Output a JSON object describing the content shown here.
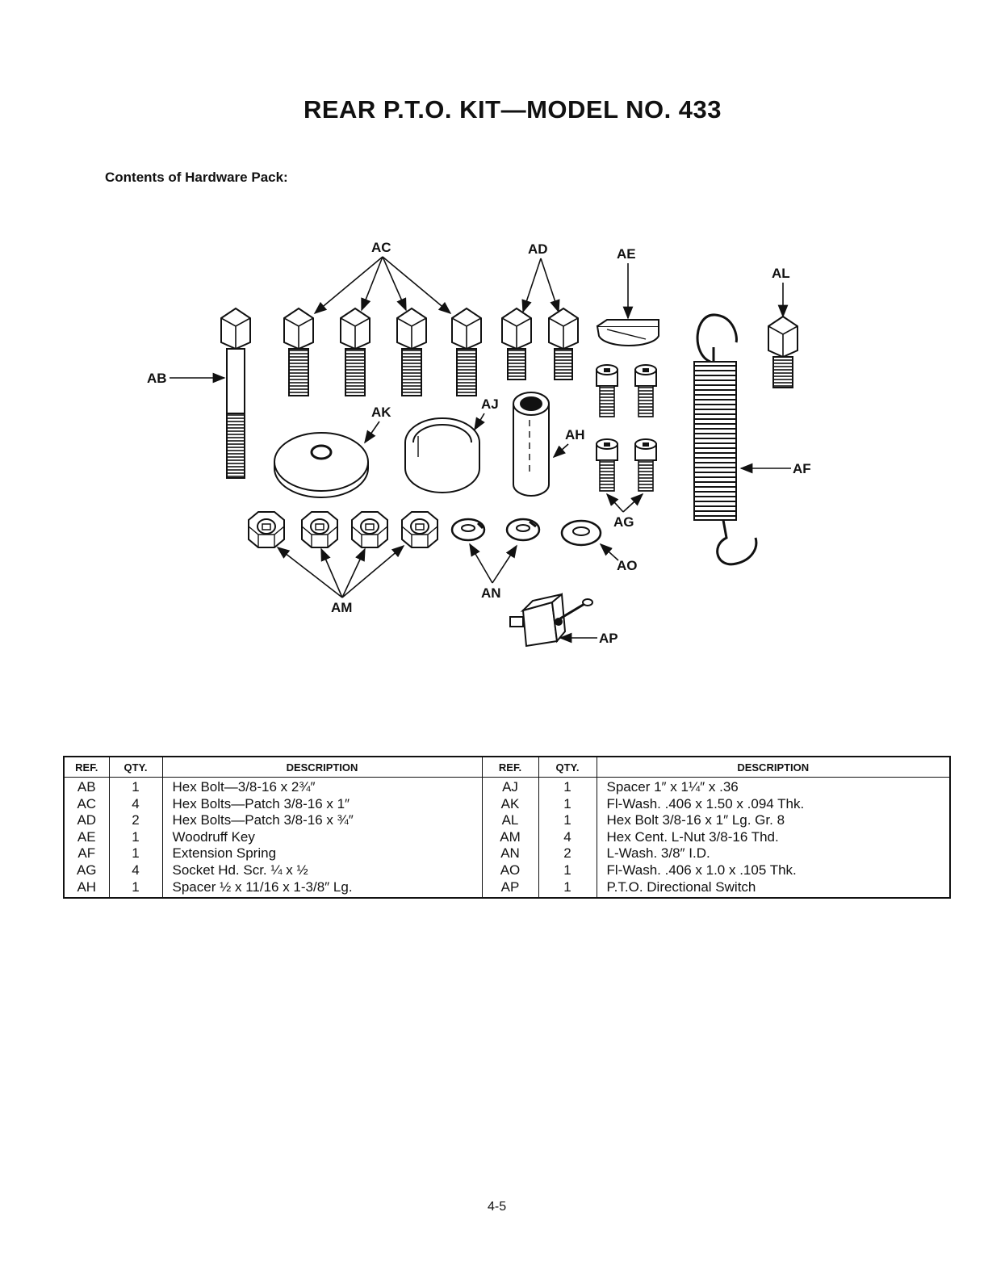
{
  "title": "REAR P.T.O. KIT—MODEL NO. 433",
  "subtitle": "Contents of Hardware Pack:",
  "diagram": {
    "labels": [
      "AB",
      "AC",
      "AD",
      "AE",
      "AL",
      "AK",
      "AJ",
      "AH",
      "AF",
      "AG",
      "AO",
      "AM",
      "AN",
      "AP"
    ]
  },
  "table": {
    "headers": {
      "ref": "REF.",
      "qty": "QTY.",
      "description": "DESCRIPTION"
    },
    "left": [
      {
        "ref": "AB",
        "qty": "1",
        "desc": "Hex Bolt—3/8-16 x 2¾″"
      },
      {
        "ref": "AC",
        "qty": "4",
        "desc": "Hex Bolts—Patch 3/8-16 x 1″"
      },
      {
        "ref": "AD",
        "qty": "2",
        "desc": "Hex Bolts—Patch 3/8-16 x ¾″"
      },
      {
        "ref": "AE",
        "qty": "1",
        "desc": "Woodruff Key"
      },
      {
        "ref": "AF",
        "qty": "1",
        "desc": "Extension Spring"
      },
      {
        "ref": "AG",
        "qty": "4",
        "desc": "Socket Hd. Scr. ¼ x ½"
      },
      {
        "ref": "AH",
        "qty": "1",
        "desc": "Spacer ½ x 11/16 x 1-3/8″ Lg."
      }
    ],
    "right": [
      {
        "ref": "AJ",
        "qty": "1",
        "desc": "Spacer 1″ x 1¼″ x .36"
      },
      {
        "ref": "AK",
        "qty": "1",
        "desc": "Fl-Wash. .406 x 1.50 x .094 Thk."
      },
      {
        "ref": "AL",
        "qty": "1",
        "desc": "Hex Bolt 3/8-16 x 1″ Lg. Gr. 8"
      },
      {
        "ref": "AM",
        "qty": "4",
        "desc": "Hex Cent. L-Nut 3/8-16 Thd."
      },
      {
        "ref": "AN",
        "qty": "2",
        "desc": "L-Wash. 3/8″ I.D."
      },
      {
        "ref": "AO",
        "qty": "1",
        "desc": "Fl-Wash. .406 x 1.0 x .105 Thk."
      },
      {
        "ref": "AP",
        "qty": "1",
        "desc": "P.T.O. Directional Switch"
      }
    ]
  },
  "page_number": "4-5"
}
